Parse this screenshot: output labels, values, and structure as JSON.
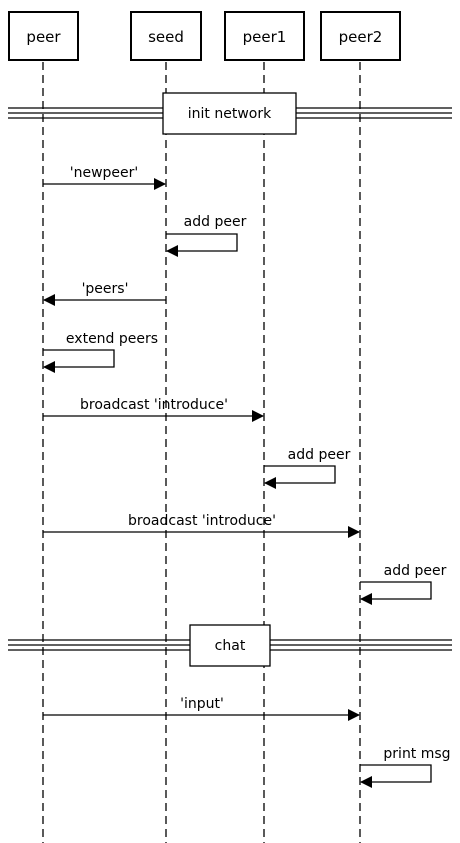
{
  "participants": [
    {
      "id": "peer",
      "label": "peer"
    },
    {
      "id": "seed",
      "label": "seed"
    },
    {
      "id": "peer1",
      "label": "peer1"
    },
    {
      "id": "peer2",
      "label": "peer2"
    }
  ],
  "sections": [
    {
      "id": "init",
      "label": "init network"
    },
    {
      "id": "chat",
      "label": "chat"
    }
  ],
  "messages": [
    {
      "id": "m1",
      "from": "peer",
      "to": "seed",
      "label": "'newpeer'"
    },
    {
      "id": "m2",
      "from": "seed",
      "to": "seed",
      "label": "add peer"
    },
    {
      "id": "m3",
      "from": "seed",
      "to": "peer",
      "label": "'peers'"
    },
    {
      "id": "m4",
      "from": "peer",
      "to": "peer",
      "label": "extend peers"
    },
    {
      "id": "m5",
      "from": "peer",
      "to": "peer1",
      "label": "broadcast 'introduce'"
    },
    {
      "id": "m6",
      "from": "peer1",
      "to": "peer1",
      "label": "add peer"
    },
    {
      "id": "m7",
      "from": "peer",
      "to": "peer2",
      "label": "broadcast 'introduce'"
    },
    {
      "id": "m8",
      "from": "peer2",
      "to": "peer2",
      "label": "add peer"
    },
    {
      "id": "m9",
      "from": "peer",
      "to": "peer2",
      "label": "'input'"
    },
    {
      "id": "m10",
      "from": "peer2",
      "to": "peer2",
      "label": "print msg"
    }
  ],
  "colors": {
    "line": "#000000",
    "background": "#ffffff"
  }
}
